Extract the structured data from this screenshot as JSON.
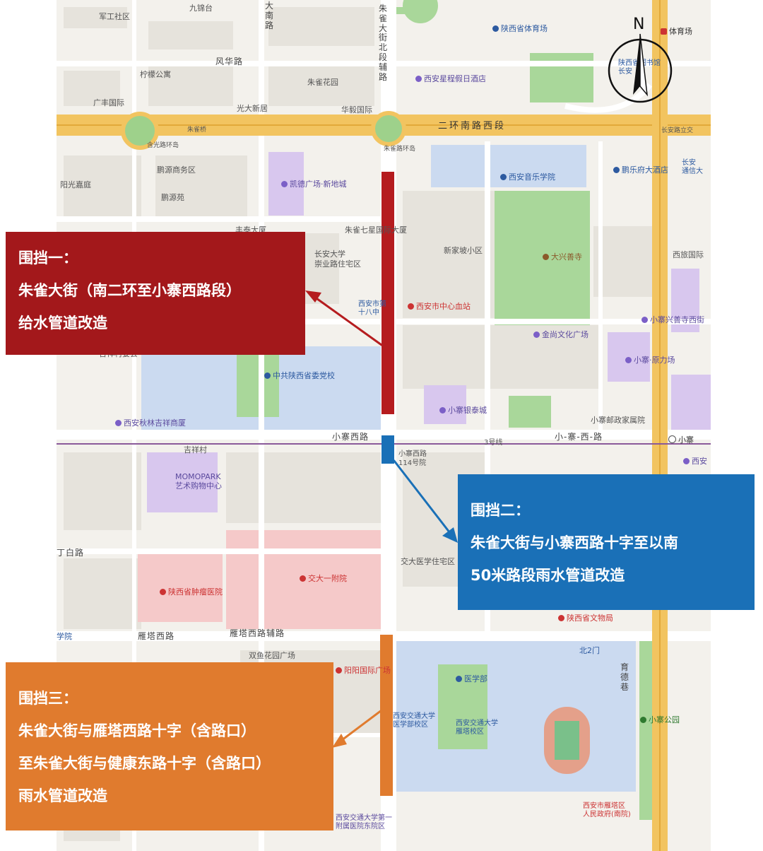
{
  "roads": {
    "ring": "二环南路西段",
    "zhuque_n": [
      "朱",
      "雀",
      "大",
      "街",
      "北",
      "段",
      "辅",
      "路"
    ],
    "datang": [
      "大",
      "南",
      "路"
    ],
    "xiaozhai_w": "小寨西路",
    "xiaozhai_e": "小-寨-西-路",
    "line3": "3号线",
    "yanta": "雁塔西路",
    "yanta_aux": "雁塔西路辅路",
    "fenghua": "风华路",
    "dingbai": "丁白路",
    "zhuque_bridge": "朱雀桥",
    "zhuque_ring": "朱雀路环岛",
    "hanguang_ring": "含光路环岛",
    "changan_bridge": "长安路立交"
  },
  "places": {
    "junggong": "军工社区",
    "jiujin": "九锦台",
    "linchun": "柠檬公寓",
    "guangfeng": "广丰国际",
    "zhuque_garden": "朱雀花园",
    "guangda": "光大新居",
    "huayi": "华毅国际",
    "pengyuan_biz": "鹏源商务区",
    "yangguang": "阳光嘉庭",
    "pengyuan": "鹏源苑",
    "fengshun": "丰泰大厦",
    "zhuque7": "朱雀七星国际大厦",
    "changan_univ": "长安大学\n崇业路住宅区",
    "xinjia": "新家坡小区",
    "xiban": "西旅国际",
    "xa_18": "西安市第\n十八中",
    "jishi": "吉祥村委会",
    "xiaozhai_post": "小寨邮政家属院",
    "xiaozhai114": "小寨西路\n114号院",
    "jiaoda_res": "交大医学住宅区",
    "shuangyu": "双鱼花园广场",
    "jixiang": "吉祥村",
    "yude": "育德巷",
    "bei2": "北2门"
  },
  "pois": {
    "tiyuchang": "陕西省体育场",
    "tiyuchang_station": "体育场",
    "library": "陕西省图书馆\n长安",
    "hotel": "西安星程假日酒店",
    "kaide": "凯德广场·新地城",
    "music": "西安音乐学院",
    "pengle": "鹏乐府大酒店",
    "changan_tong": "长安\n通信大",
    "daxingshan": "大兴善寺",
    "xa_center_blood": "西安市中心血站",
    "jinshang": "金尚文化广场",
    "xingshan_west": "小寨兴善寺西街",
    "dangxiao": "中共陕西省委党校",
    "qiulin": "西安秋林吉祥商厦",
    "yintai": "小寨银泰城",
    "xiaozhai_power": "小寨·原力场",
    "momopark": "MOMOPARK\n艺术购物中心",
    "jiaoda1": "交大一附院",
    "tumor": "陕西省肿瘤医院",
    "museum": "陕西省文物局",
    "yangyang": "阳阳国际广场",
    "yixue": "医学部",
    "jiaoda_med": "西安交通大学\n医学部校区",
    "jiaoda_yanta": "西安交通大学\n雁塔校区",
    "xiaozhai_park": "小寨公园",
    "yanta_gov": "西安市雁塔区\n人民政府(南院)",
    "jiaoda_hosp": "西安交通大学第一\n附属医院东院区",
    "xiaozhai_st": "小寨",
    "xa_partial": "西安",
    "xuyuan": "学院"
  },
  "compass": {
    "north": "N"
  },
  "callouts": {
    "one": {
      "title": "围挡一：",
      "line1": "朱雀大街（南二环至小寨西路段）",
      "line2": "给水管道改造",
      "color": "#a3181b"
    },
    "two": {
      "title": "围挡二：",
      "line1": "朱雀大街与小寨西路十字至以南",
      "line2": "50米路段雨水管道改造",
      "color": "#1a70b7"
    },
    "three": {
      "title": "围挡三：",
      "line1": "朱雀大街与雁塔西路十字（含路口）",
      "line2": "至朱雀大街与健康东路十字（含路口）",
      "line3": "雨水管道改造",
      "color": "#e07b2e"
    }
  }
}
